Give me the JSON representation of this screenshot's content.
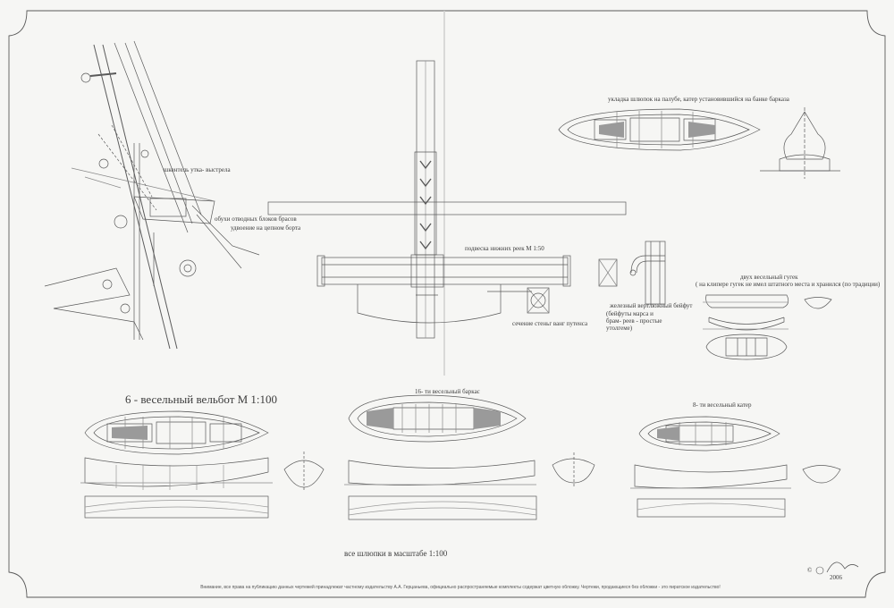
{
  "labels": {
    "bowsprit_gammoning": "шкентель утка- выстрела",
    "chain_plates": "обухи отводных блоков брасов",
    "channel_lashing": "удвоение на цепном борта",
    "lower_yard": "подвеска нижних реек М 1:50",
    "boat_stowage": "укладка шлюпок на палубе, катер установившийся на банке барказа",
    "iron_crane": "железный вертлюжный бейфут",
    "crane_note": "(бейфуты марса и брам- реев - простые утолгеме)",
    "yard_section": "сечение стеньг ванг путенса",
    "two_oared_gig": "двух весельный гугек",
    "gig_note": "( на клипере гугек не имел штатного места и хранился (по традиции)",
    "whaleboat": "6 - весельный вельбот М 1:100",
    "launch": "16- ти весельный баркас",
    "cutter": "8- ти весельный катер",
    "scale_note": "все шлюпки в масштабе 1:100",
    "signature_year": "2006",
    "copyright_mark": "©",
    "notice": "Внимание, все права на публикацию данных чертежей принадлежат частному издательству А.А. Герцаньева, официально распространяемые комплекты содержат цветную обложку. Чертежи, продающиеся без обложки - это пиратское издательство!"
  },
  "colors": {
    "paper": "#f6f6f4",
    "line": "#5a5a5a",
    "hatch": "#8a8a8a"
  }
}
